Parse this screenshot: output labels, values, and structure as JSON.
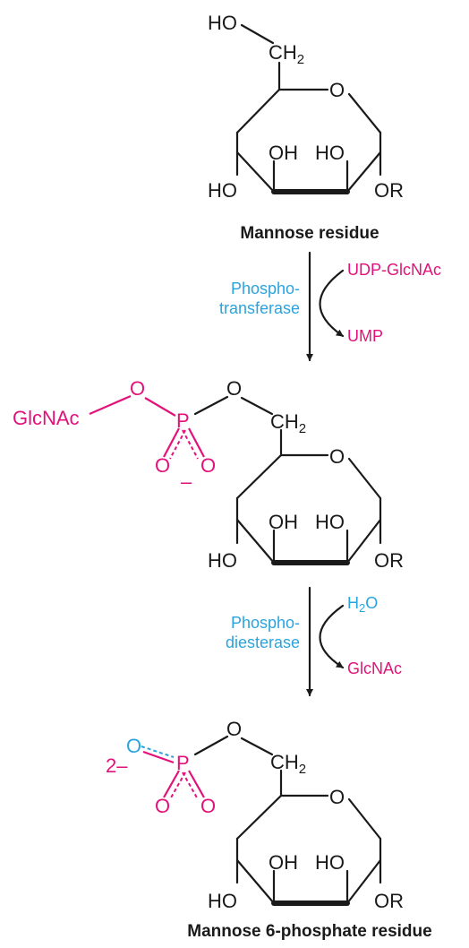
{
  "residue1": {
    "ho_top": "HO",
    "ch2": "CH",
    "ch2_sub": "2",
    "ring_o": "O",
    "oh": "OH",
    "ho": "HO",
    "ho_bottom": "HO",
    "or": "OR",
    "caption": "Mannose residue"
  },
  "step1": {
    "enzyme_line1": "Phospho-",
    "enzyme_line2": "transferase",
    "reactant": "UDP-GlcNAc",
    "product": "UMP"
  },
  "residue2": {
    "glcnac": "GlcNAc",
    "o_bridge": "O",
    "p": "P",
    "o_chain": "O",
    "ch2": "CH",
    "ch2_sub": "2",
    "o_left": "O",
    "o_right": "O",
    "charge": "–",
    "ring_o": "O",
    "oh": "OH",
    "ho": "HO",
    "ho_bottom": "HO",
    "or": "OR"
  },
  "step2": {
    "enzyme_line1": "Phospho-",
    "enzyme_line2": "diesterase",
    "reactant_h": "H",
    "reactant_sub": "2",
    "reactant_o": "O",
    "product": "GlcNAc"
  },
  "residue3": {
    "o_top": "O",
    "charge": "2–",
    "p": "P",
    "o_chain": "O",
    "ch2": "CH",
    "ch2_sub": "2",
    "o_left": "O",
    "o_right": "O",
    "ring_o": "O",
    "oh": "OH",
    "ho": "HO",
    "ho_bottom": "HO",
    "or": "OR",
    "caption": "Mannose 6-phosphate residue"
  },
  "colors": {
    "black": "#1a1a1a",
    "magenta": "#e2127a",
    "cyan": "#2aa4de"
  }
}
